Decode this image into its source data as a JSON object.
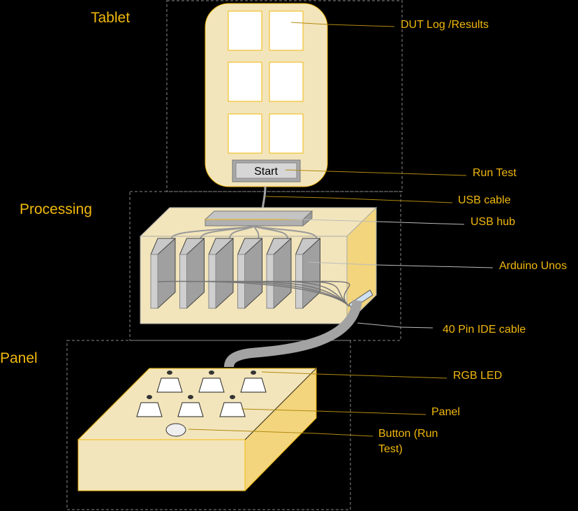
{
  "sections": {
    "tablet": "Tablet",
    "processing": "Processing",
    "panel": "Panel"
  },
  "tablet": {
    "start_button": "Start",
    "result_tiles": 6
  },
  "labels": {
    "dut_log": "DUT Log /Results",
    "run_test": "Run Test",
    "usb_cable": "USB cable",
    "usb_hub": "USB hub",
    "arduino": "Arduino Unos",
    "ide_cable": "40 Pin IDE cable",
    "rgb_led": "RGB LED",
    "panel": "Panel",
    "button_line1": "Button (Run",
    "button_line2": "Test)"
  },
  "processing": {
    "arduino_count": 6
  },
  "panel": {
    "panel_count": 6
  },
  "colors": {
    "label": "#f1b80c",
    "box_front": "#f3e5bb",
    "box_side": "#f3d57d",
    "metal": "#a3a3a3"
  }
}
